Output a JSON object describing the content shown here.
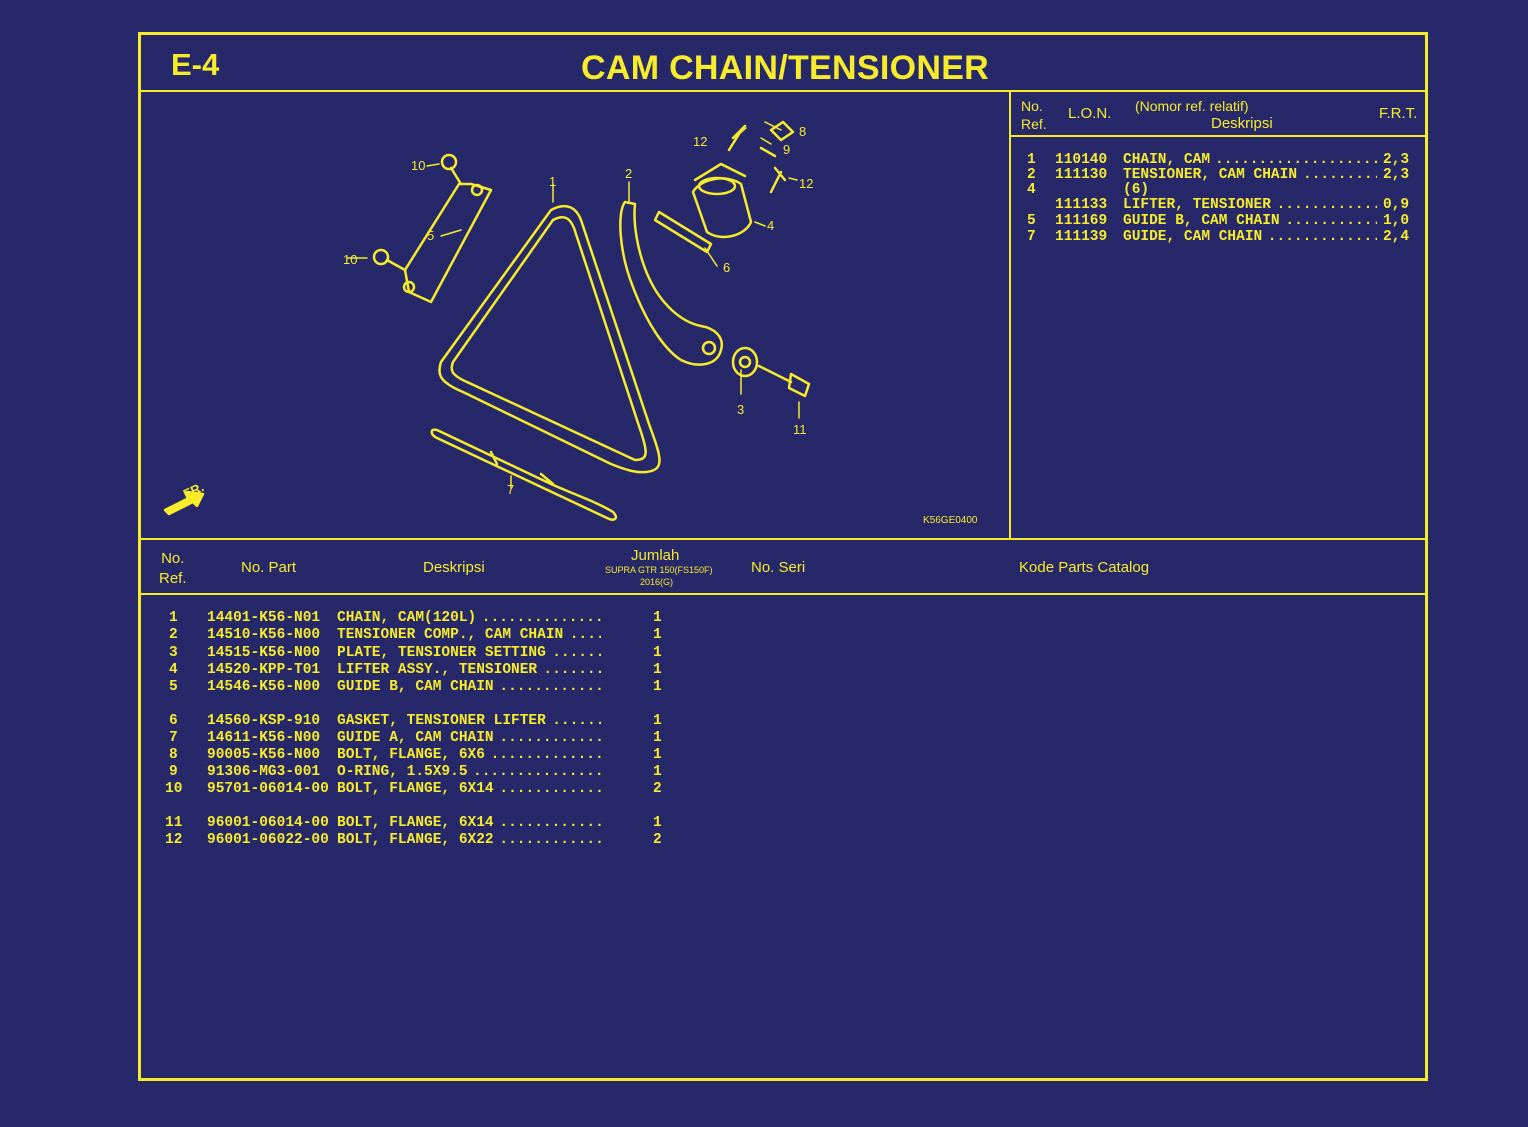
{
  "header": {
    "code": "E-4",
    "title": "CAM CHAIN/TENSIONER"
  },
  "diagram": {
    "code": "K56GE0400",
    "front_label": "FR.",
    "callouts": [
      "1",
      "2",
      "3",
      "4",
      "5",
      "6",
      "7",
      "8",
      "9",
      "10",
      "10",
      "11",
      "12",
      "12"
    ]
  },
  "ref_table": {
    "headers": {
      "no_ref": "No.\nRef.",
      "lon": "L.O.N.",
      "nomor": "(Nomor ref. relatif)",
      "deskripsi": "Deskripsi",
      "frt": "F.R.T."
    },
    "rows": [
      {
        "ref": "1",
        "lon": "110140",
        "desc": "CHAIN, CAM",
        "frt": "2,3"
      },
      {
        "ref": "2",
        "lon": "111130",
        "desc": "TENSIONER, CAM CHAIN",
        "frt": "2,3"
      },
      {
        "ref": "4",
        "lon": "",
        "desc": "(6)",
        "frt": ""
      },
      {
        "ref": "",
        "lon": "111133",
        "desc": "LIFTER, TENSIONER",
        "frt": "0,9"
      },
      {
        "ref": "5",
        "lon": "111169",
        "desc": "GUIDE B, CAM CHAIN",
        "frt": "1,0"
      },
      {
        "ref": "7",
        "lon": "111139",
        "desc": "GUIDE, CAM CHAIN",
        "frt": "2,4"
      }
    ]
  },
  "parts_table": {
    "headers": {
      "no_ref": "No.\nRef.",
      "no_part": "No. Part",
      "deskripsi": "Deskripsi",
      "jumlah": "Jumlah",
      "model": "SUPRA GTR 150(FS150F)",
      "year": "2016(G)",
      "no_seri": "No. Seri",
      "kode": "Kode Parts Catalog"
    },
    "rows": [
      {
        "ref": "1",
        "part": "14401-K56-N01",
        "desc": "CHAIN, CAM(120L)",
        "qty": "1"
      },
      {
        "ref": "2",
        "part": "14510-K56-N00",
        "desc": "TENSIONER COMP., CAM CHAIN",
        "qty": "1"
      },
      {
        "ref": "3",
        "part": "14515-K56-N00",
        "desc": "PLATE, TENSIONER SETTING",
        "qty": "1"
      },
      {
        "ref": "4",
        "part": "14520-KPP-T01",
        "desc": "LIFTER ASSY., TENSIONER",
        "qty": "1"
      },
      {
        "ref": "5",
        "part": "14546-K56-N00",
        "desc": "GUIDE B, CAM CHAIN",
        "qty": "1"
      },
      {
        "ref": "6",
        "part": "14560-KSP-910",
        "desc": "GASKET, TENSIONER LIFTER",
        "qty": "1"
      },
      {
        "ref": "7",
        "part": "14611-K56-N00",
        "desc": "GUIDE A, CAM CHAIN",
        "qty": "1"
      },
      {
        "ref": "8",
        "part": "90005-K56-N00",
        "desc": "BOLT, FLANGE, 6X6",
        "qty": "1"
      },
      {
        "ref": "9",
        "part": "91306-MG3-001",
        "desc": "O-RING, 1.5X9.5",
        "qty": "1"
      },
      {
        "ref": "10",
        "part": "95701-06014-00",
        "desc": "BOLT, FLANGE, 6X14",
        "qty": "2"
      },
      {
        "ref": "11",
        "part": "96001-06014-00",
        "desc": "BOLT, FLANGE, 6X14",
        "qty": "1"
      },
      {
        "ref": "12",
        "part": "96001-06022-00",
        "desc": "BOLT, FLANGE, 6X22",
        "qty": "2"
      }
    ]
  }
}
